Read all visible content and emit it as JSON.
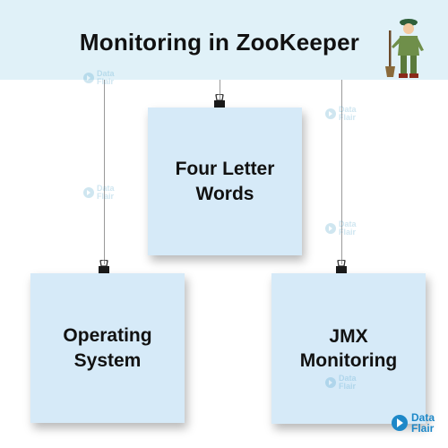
{
  "header": {
    "title": "Monitoring in ZooKeeper"
  },
  "cards": [
    {
      "line1": "Four Letter",
      "line2": "Words"
    },
    {
      "line1": "Operating",
      "line2": "System"
    },
    {
      "line1": "JMX",
      "line2": "Monitoring"
    }
  ],
  "watermark": {
    "line1": "Data",
    "line2": "Flair"
  },
  "logo": {
    "line1": "Data",
    "line2": "Flair"
  },
  "colors": {
    "header_band": "#e0f1f8",
    "card": "#d6eaf8",
    "brand": "#1e88c8"
  },
  "icons": [
    "binder-clip-icon",
    "dataflair-logo-icon",
    "zookeeper-mascot-icon"
  ]
}
